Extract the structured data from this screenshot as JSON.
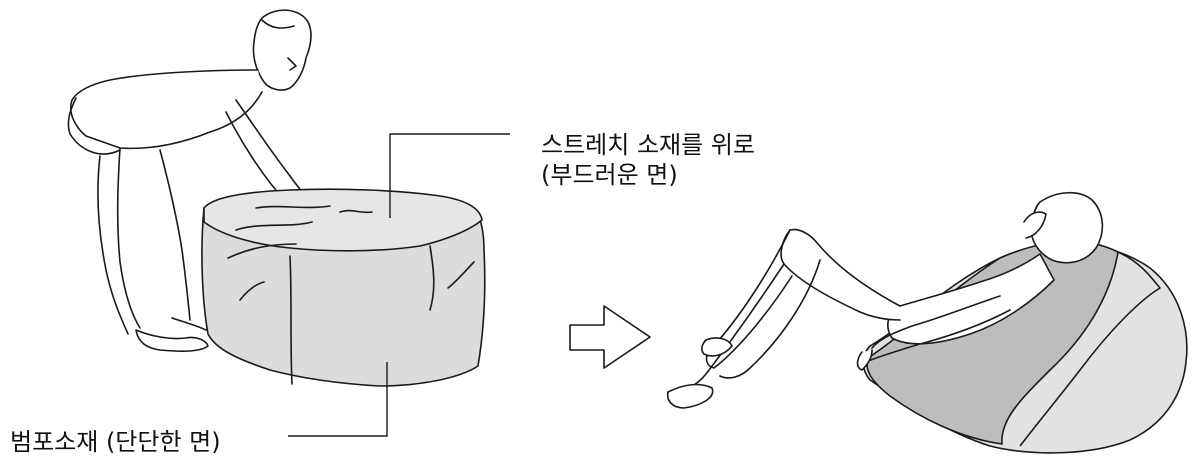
{
  "labels": {
    "stretch_line1": "스트레치 소재를 위로",
    "stretch_line2": "(부드러운 면)",
    "canvas": "범포소재 (단단한 면)"
  },
  "colors": {
    "bag_fill": "#dcdcdc",
    "bag_top_fill": "#e6e6e6",
    "stroke": "#1a1a1a",
    "background": "#ffffff"
  }
}
